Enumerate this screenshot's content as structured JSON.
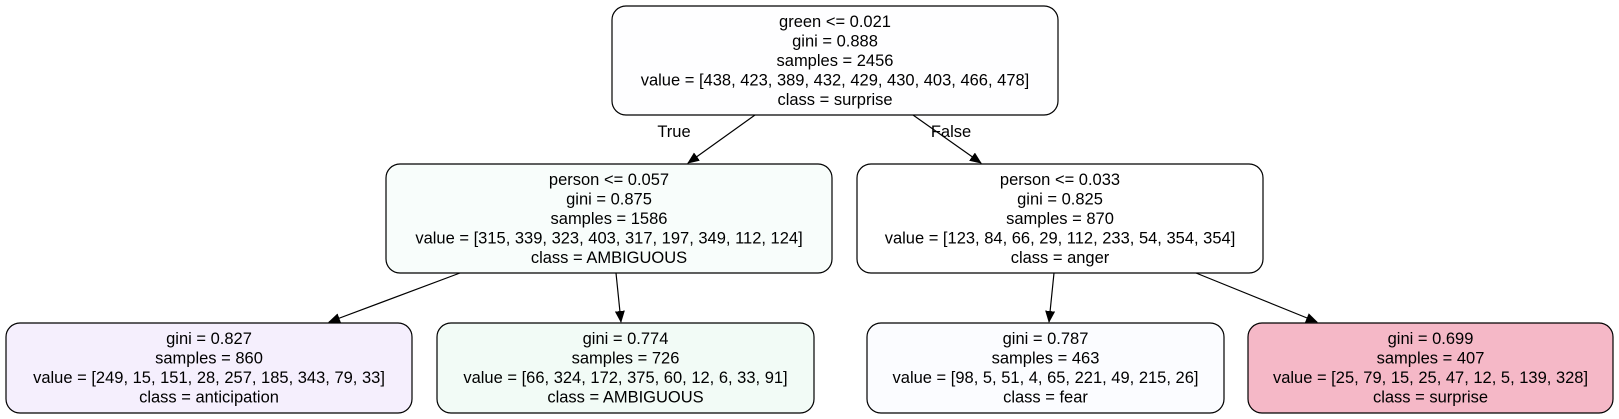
{
  "tree": {
    "nodes": [
      {
        "id": "root",
        "lines": [
          "green <= 0.021",
          "gini = 0.888",
          "samples = 2456",
          "value = [438, 423, 389, 432, 429, 430, 403, 466, 478]",
          "class = surprise"
        ],
        "fill": "#fefeff"
      },
      {
        "id": "left",
        "lines": [
          "person <= 0.057",
          "gini = 0.875",
          "samples = 1586",
          "value = [315, 339, 323, 403, 317, 197, 349, 112, 124]",
          "class = AMBIGUOUS"
        ],
        "fill": "#f8fdfb"
      },
      {
        "id": "right",
        "lines": [
          "person <= 0.033",
          "gini = 0.825",
          "samples = 870",
          "value = [123, 84, 66, 29, 112, 233, 54, 354, 354]",
          "class = anger"
        ],
        "fill": "#ffffff"
      },
      {
        "id": "leaf-ll",
        "lines": [
          "gini = 0.827",
          "samples = 860",
          "value = [249, 15, 151, 28, 257, 185, 343, 79, 33]",
          "class = anticipation"
        ],
        "fill": "#f5effd"
      },
      {
        "id": "leaf-lr",
        "lines": [
          "gini = 0.774",
          "samples = 726",
          "value = [66, 324, 172, 375, 60, 12, 6, 33, 91]",
          "class = AMBIGUOUS"
        ],
        "fill": "#f2fbf6"
      },
      {
        "id": "leaf-rl",
        "lines": [
          "gini = 0.787",
          "samples = 463",
          "value = [98, 5, 51, 4, 65, 221, 49, 215, 26]",
          "class = fear"
        ],
        "fill": "#fbfcff"
      },
      {
        "id": "leaf-rr",
        "lines": [
          "gini = 0.699",
          "samples = 407",
          "value = [25, 79, 15, 25, 47, 12, 5, 139, 328]",
          "class = surprise"
        ],
        "fill": "#f5b8c7"
      }
    ],
    "edges": [
      {
        "from": "root",
        "to": "left",
        "label": "True"
      },
      {
        "from": "root",
        "to": "right",
        "label": "False"
      },
      {
        "from": "left",
        "to": "leaf-ll",
        "label": ""
      },
      {
        "from": "left",
        "to": "leaf-lr",
        "label": ""
      },
      {
        "from": "right",
        "to": "leaf-rl",
        "label": ""
      },
      {
        "from": "right",
        "to": "leaf-rr",
        "label": ""
      }
    ]
  }
}
